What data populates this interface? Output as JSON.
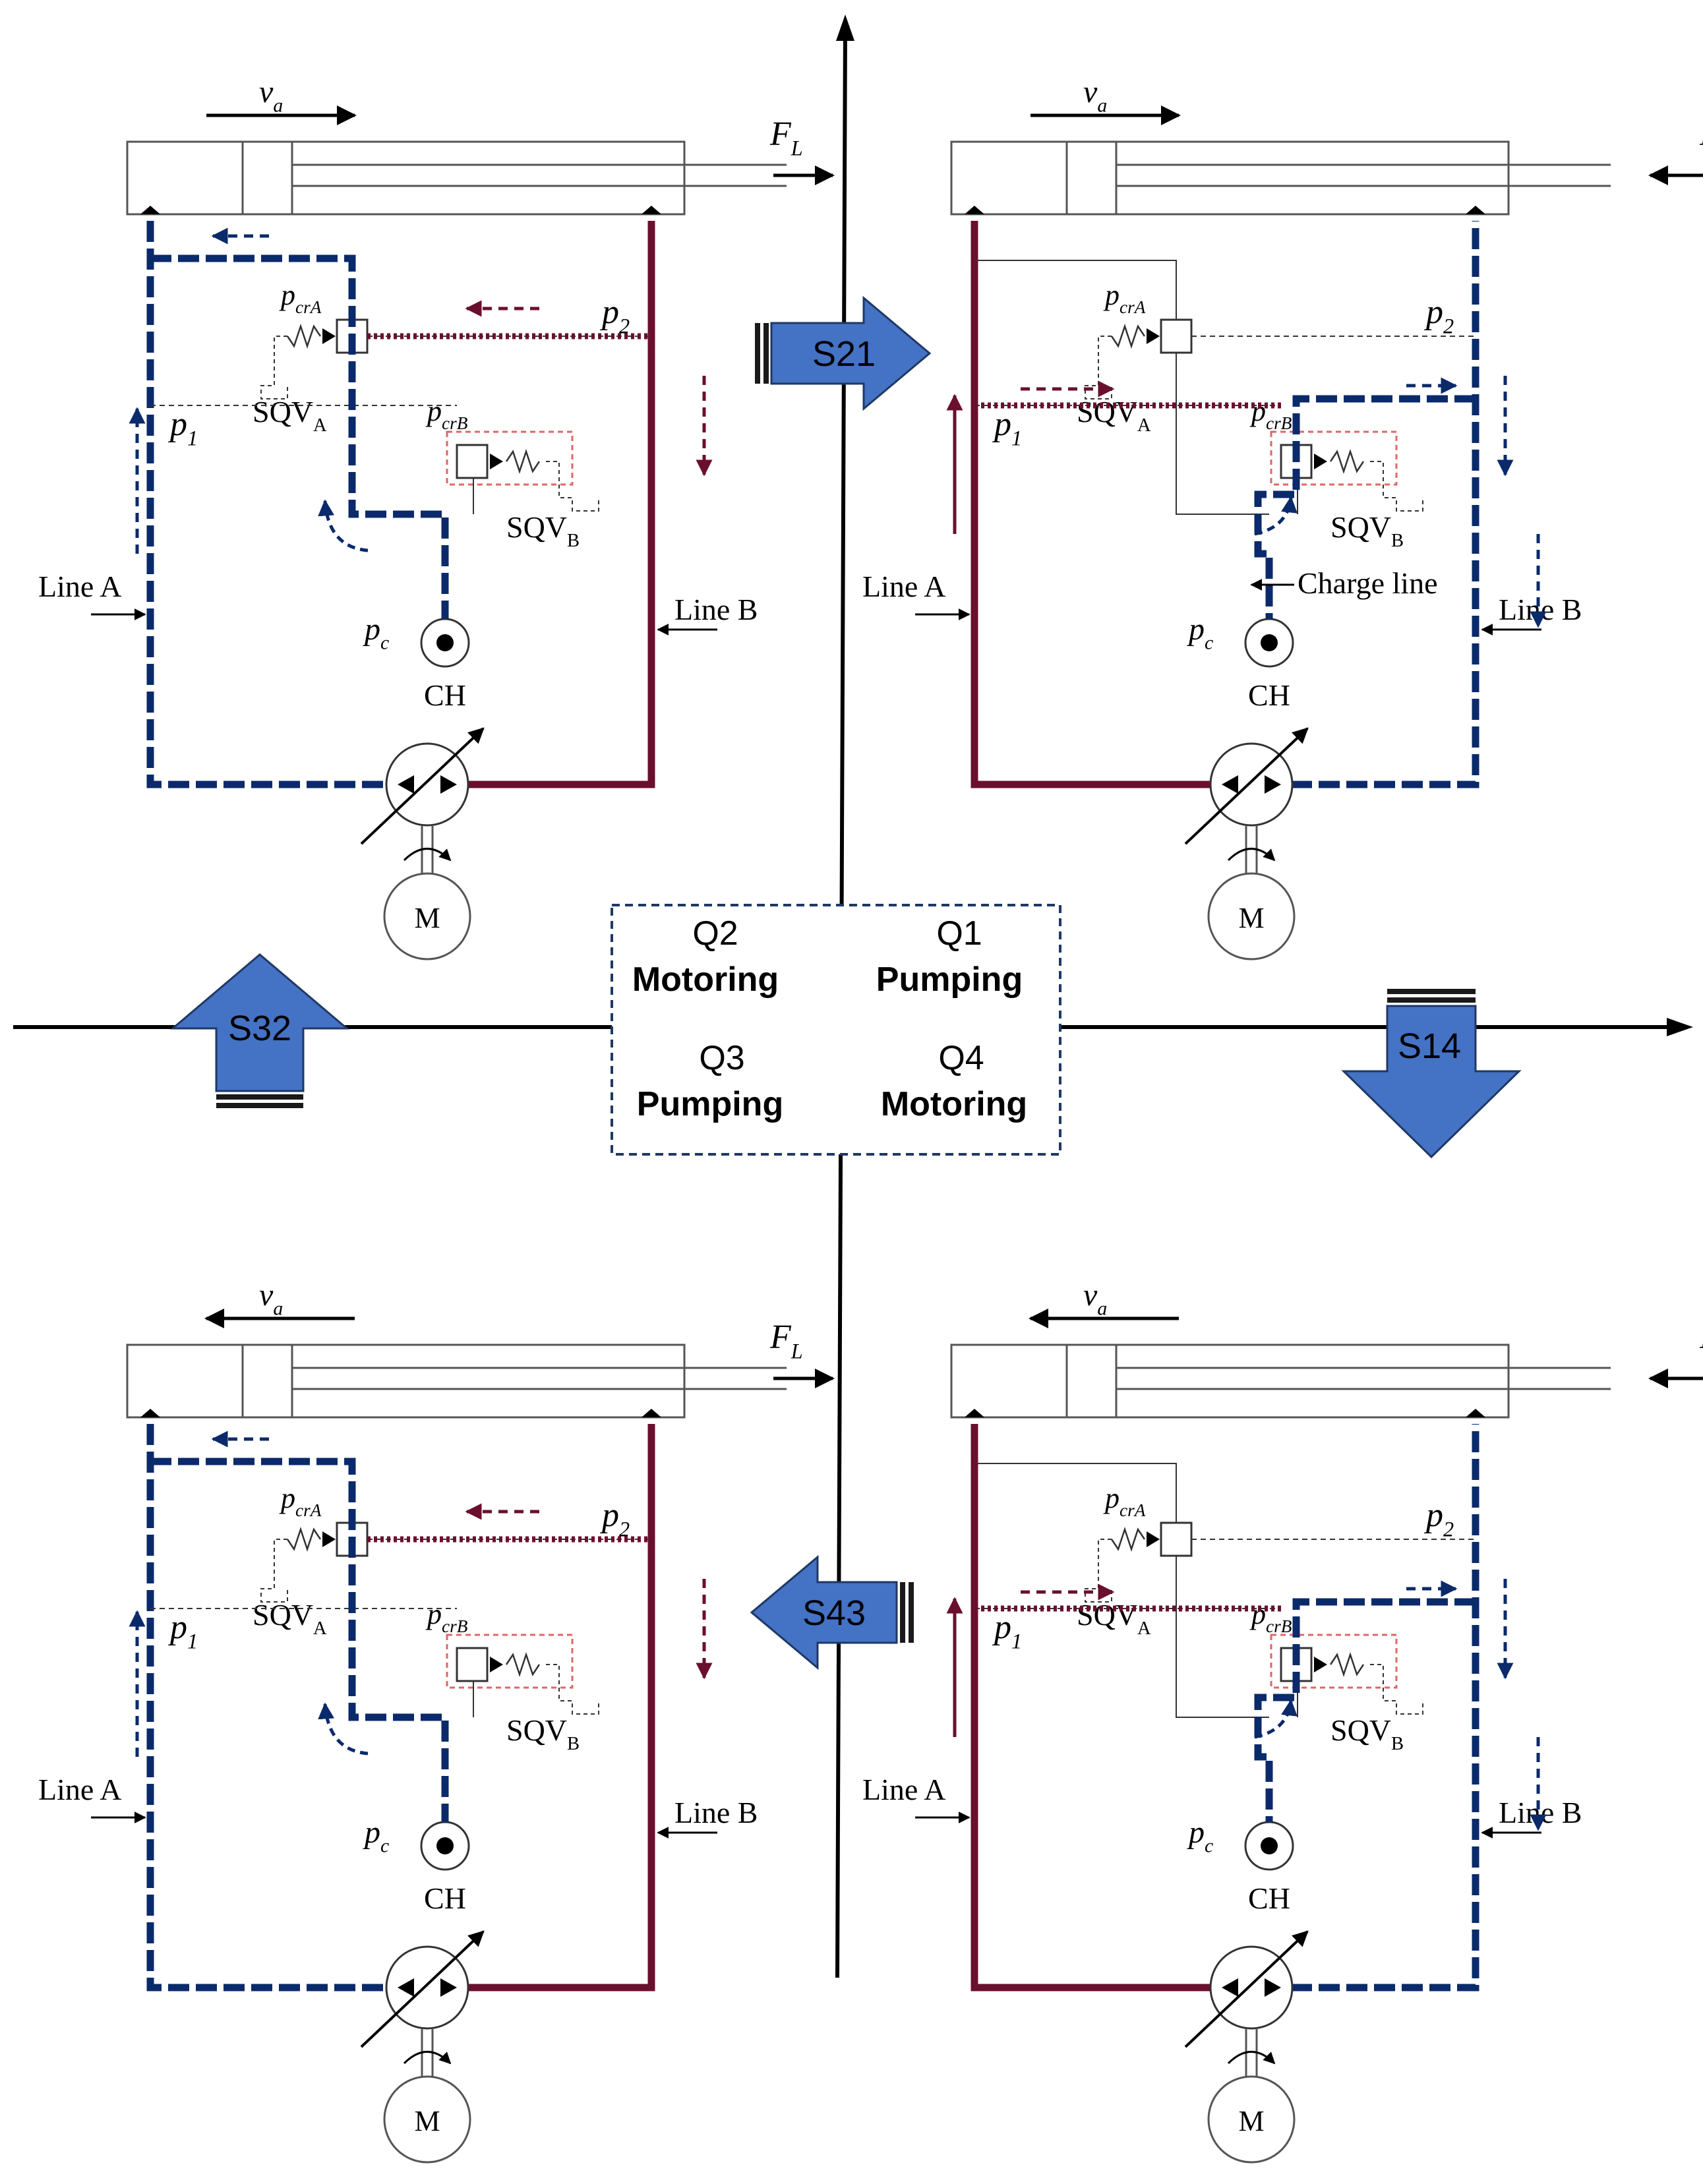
{
  "colors": {
    "low_pressure": "#0b2a6b",
    "high_pressure": "#6b0f2e",
    "switch_fill": "#4472c4",
    "quad_border": "#1f3864",
    "valve_box": "#e06666"
  },
  "quadrants": {
    "q2": {
      "id": "Q2",
      "mode": "Motoring"
    },
    "q1": {
      "id": "Q1",
      "mode": "Pumping"
    },
    "q3": {
      "id": "Q3",
      "mode": "Pumping"
    },
    "q4": {
      "id": "Q4",
      "mode": "Motoring"
    }
  },
  "switches": {
    "s21": "S21",
    "s32": "S32",
    "s14": "S14",
    "s43": "S43"
  },
  "circuit_labels": {
    "velocity": "v",
    "velocity_sub": "a",
    "force": "F",
    "force_sub": "L",
    "p1": "p",
    "p1_sub": "1",
    "p2": "p",
    "p2_sub": "2",
    "pc": "p",
    "pc_sub": "c",
    "pcra": "p",
    "pcra_sub": "crA",
    "pcrb": "p",
    "pcrb_sub": "crB",
    "sqva": "SQV",
    "sqva_sub": "A",
    "sqvb": "SQV",
    "sqvb_sub": "B",
    "charge": "CH",
    "motor": "M",
    "line_a": "Line A",
    "line_b": "Line B",
    "charge_line": "Charge line"
  }
}
